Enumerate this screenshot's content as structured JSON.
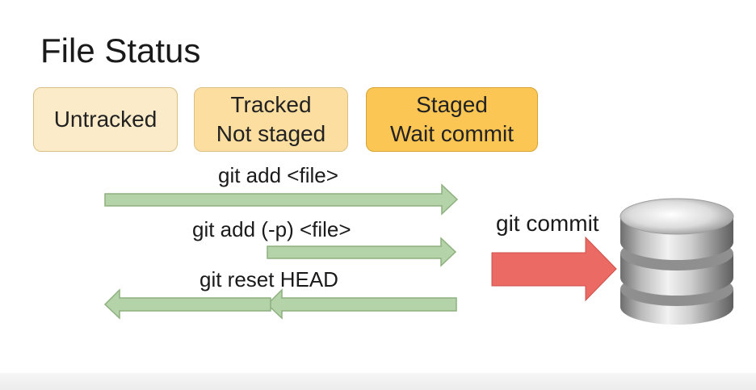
{
  "slide": {
    "title": "File Status",
    "states": {
      "untracked": {
        "line1": "Untracked"
      },
      "tracked": {
        "line1": "Tracked",
        "line2": "Not staged"
      },
      "staged": {
        "line1": "Staged",
        "line2": "Wait commit"
      }
    },
    "commands": {
      "add": "git add <file>",
      "add_patch": "git add (-p) <file>",
      "reset": "git reset HEAD",
      "commit": "git commit"
    },
    "icons": {
      "repository": "database-icon"
    },
    "colors": {
      "untracked_fill": "#fcebc9",
      "tracked_fill": "#fcdfa0",
      "staged_fill": "#fcc654",
      "transition_arrow": "#b5d3a8",
      "commit_arrow": "#eb6b64"
    }
  }
}
